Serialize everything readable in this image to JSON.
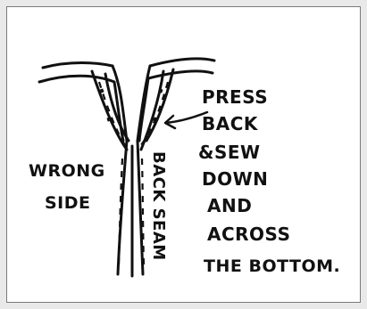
{
  "diagram": {
    "labels": {
      "left_side": [
        "WRONG",
        "SIDE"
      ],
      "seam": "BACK SEAM",
      "instruction": [
        "PRESS",
        "BACK",
        "&SEW",
        "DOWN",
        "AND",
        "ACROSS",
        "THE BOTTOM."
      ]
    }
  }
}
